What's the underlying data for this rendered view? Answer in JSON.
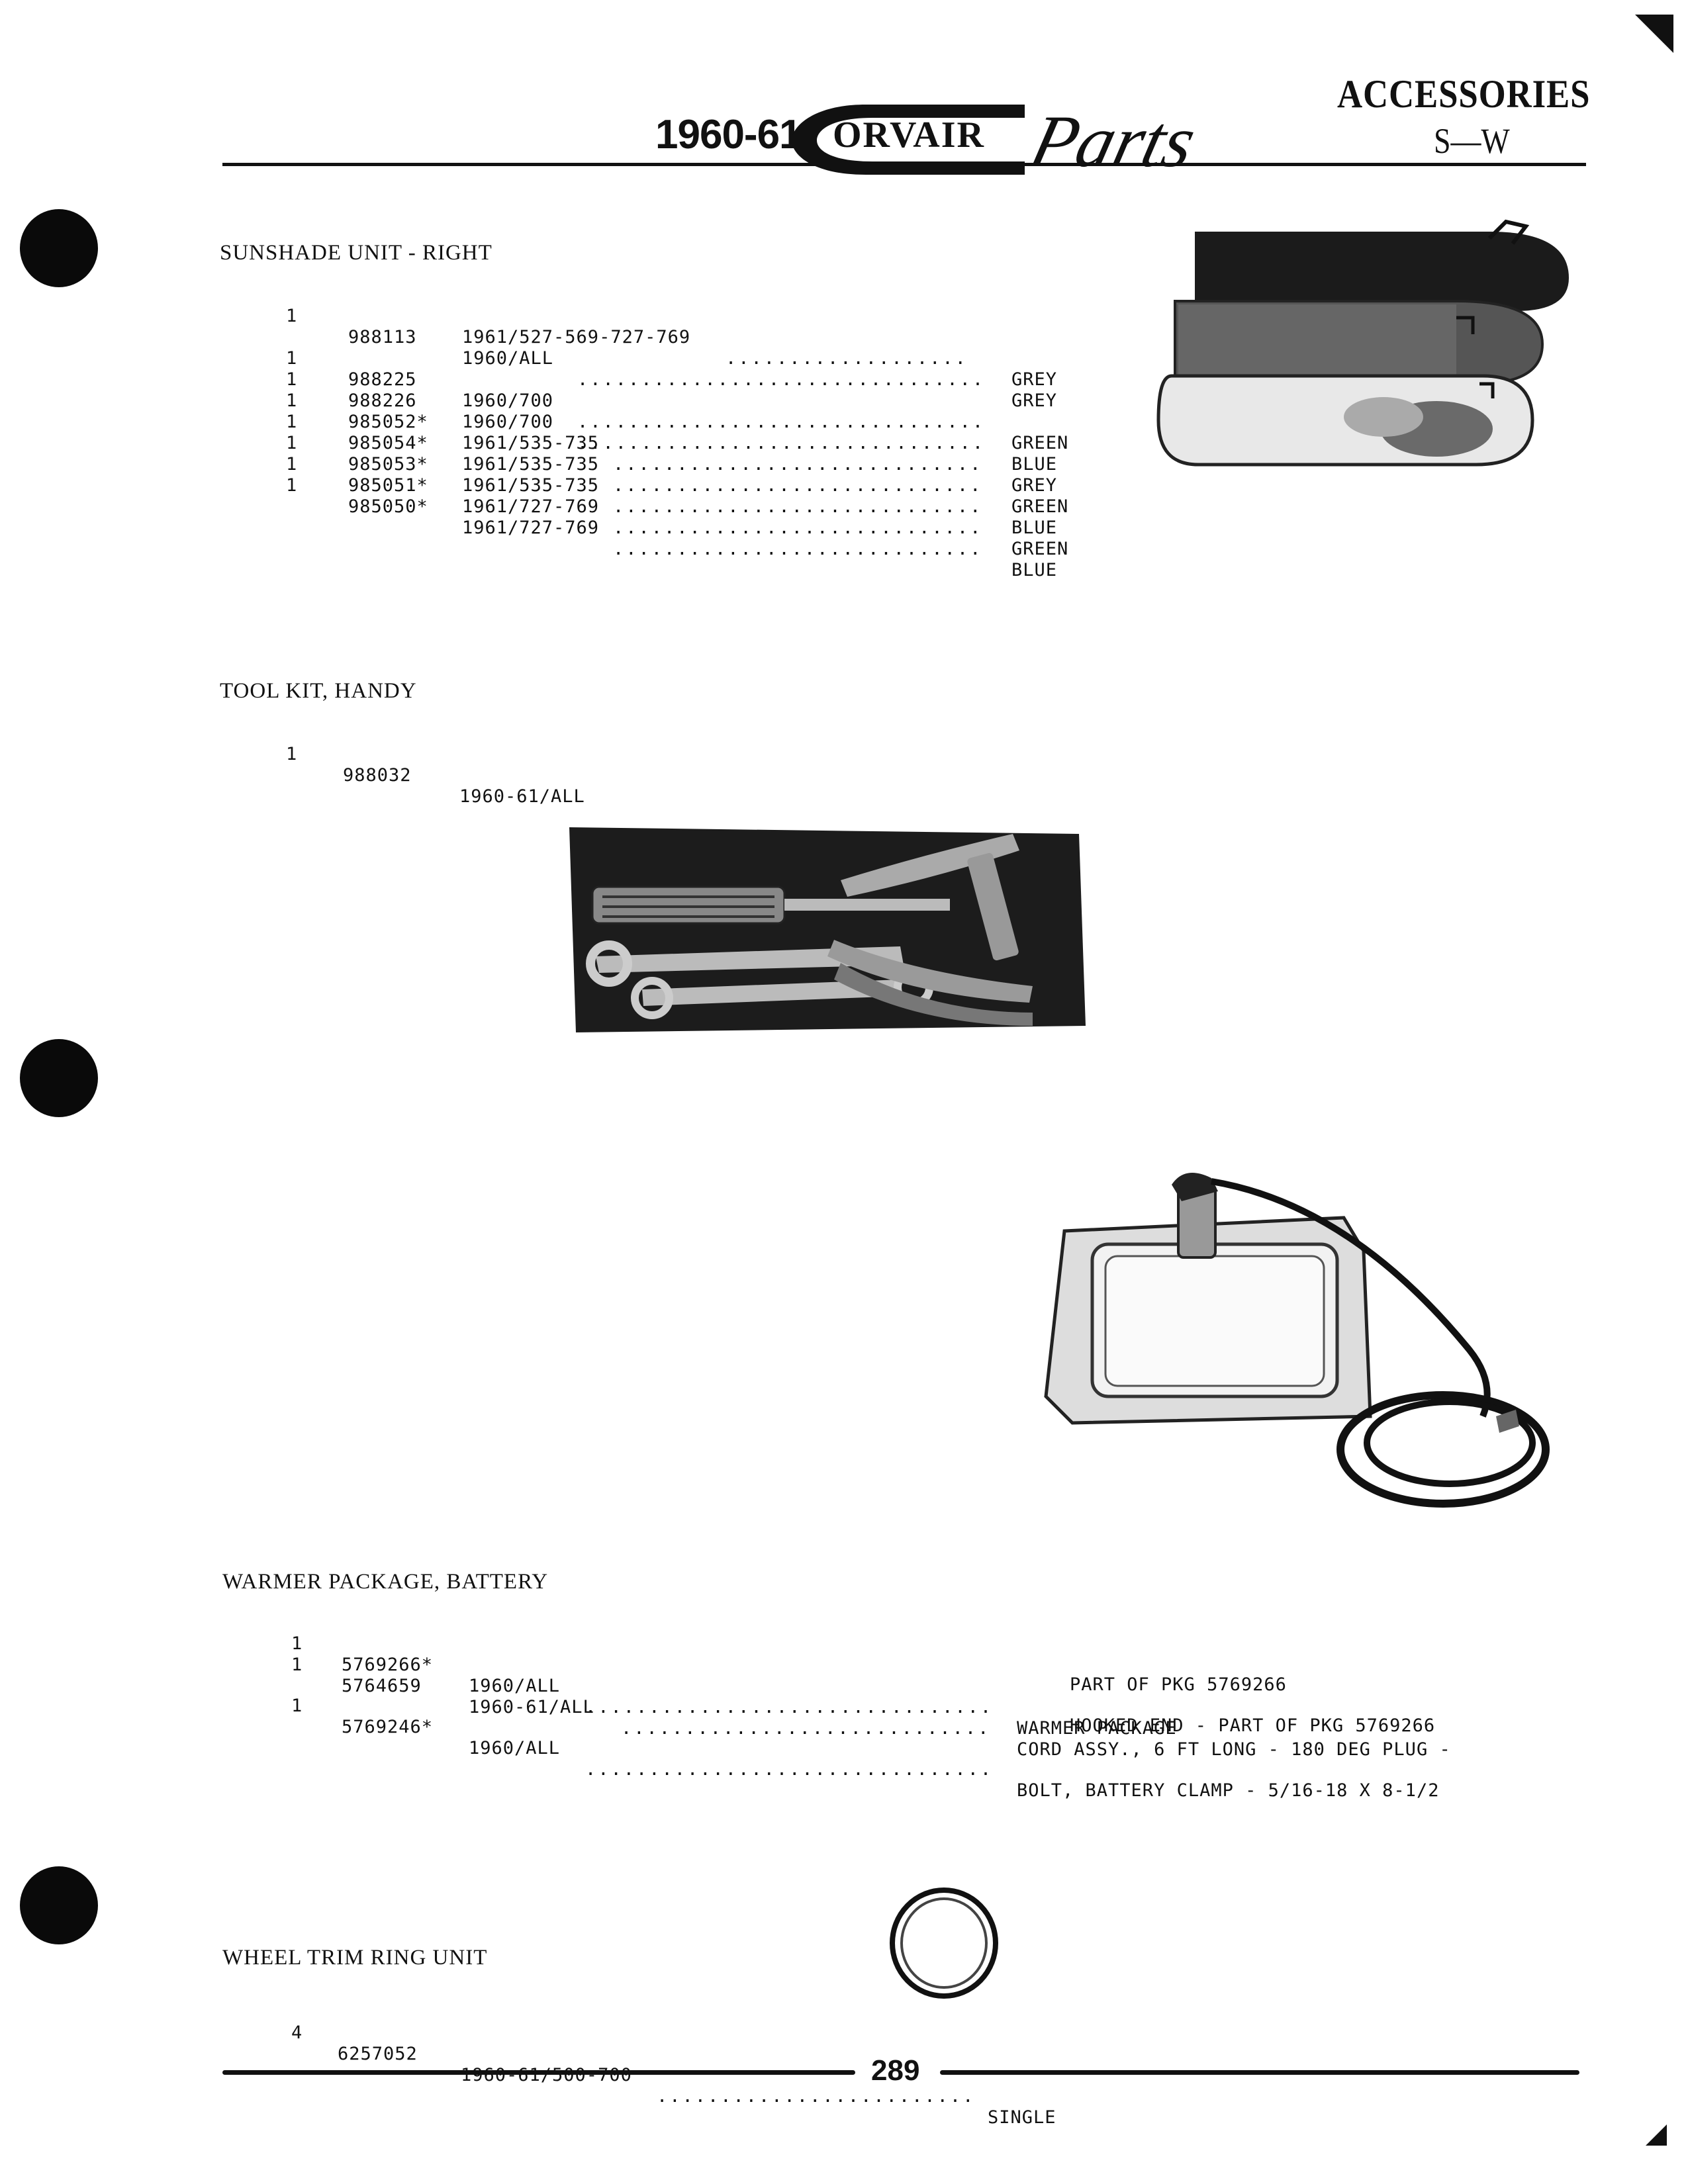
{
  "header": {
    "year": "1960-61",
    "brand": "ORVAIR",
    "script": "Parts",
    "category": "ACCESSORIES",
    "range": "S—W"
  },
  "sections": {
    "sunshade": {
      "title": "SUNSHADE UNIT - RIGHT",
      "rows": [
        {
          "qty": "1",
          "part": "988113",
          "usage": "1960/ALL",
          "note": "GREY"
        },
        {
          "qty": "",
          "part": "",
          "usage": "1961/527-569-727-769",
          "note": "GREY"
        },
        {
          "qty": "1",
          "part": "988225",
          "usage": "1960/700",
          "note": "GREEN"
        },
        {
          "qty": "1",
          "part": "988226",
          "usage": "1960/700",
          "note": "BLUE"
        },
        {
          "qty": "1",
          "part": "985052*",
          "usage": "1961/535-735",
          "note": "GREY"
        },
        {
          "qty": "1",
          "part": "985054*",
          "usage": "1961/535-735",
          "note": "GREEN"
        },
        {
          "qty": "1",
          "part": "985053*",
          "usage": "1961/535-735",
          "note": "BLUE"
        },
        {
          "qty": "1",
          "part": "985051*",
          "usage": "1961/727-769",
          "note": "GREEN"
        },
        {
          "qty": "1",
          "part": "985050*",
          "usage": "1961/727-769",
          "note": "BLUE"
        }
      ]
    },
    "toolkit": {
      "title": "TOOL KIT, HANDY",
      "rows": [
        {
          "qty": "1",
          "part": "988032",
          "usage": "1960-61/ALL"
        }
      ]
    },
    "warmer": {
      "title": "WARMER PACKAGE, BATTERY",
      "rows": [
        {
          "qty": "1",
          "part": "5769266*",
          "usage": "1960/ALL",
          "note": "WARMER PACKAGE",
          "note2": ""
        },
        {
          "qty": "1",
          "part": "5764659",
          "usage": "1960-61/ALL",
          "note": "CORD ASSY., 6 FT LONG - 180 DEG PLUG -",
          "note2": "PART OF PKG 5769266"
        },
        {
          "qty": "1",
          "part": "5769246*",
          "usage": "1960/ALL",
          "note": "BOLT, BATTERY CLAMP - 5/16-18 X 8-1/2",
          "note2": "HOOKED END - PART OF PKG 5769266"
        }
      ]
    },
    "wheel": {
      "title": "WHEEL TRIM RING UNIT",
      "rows": [
        {
          "qty": "4",
          "part": "6257052",
          "usage": "1960-61/500-700",
          "note": "SINGLE"
        }
      ]
    }
  },
  "footer": {
    "page": "289"
  },
  "colors": {
    "ink": "#111111",
    "paper": "#ffffff"
  }
}
